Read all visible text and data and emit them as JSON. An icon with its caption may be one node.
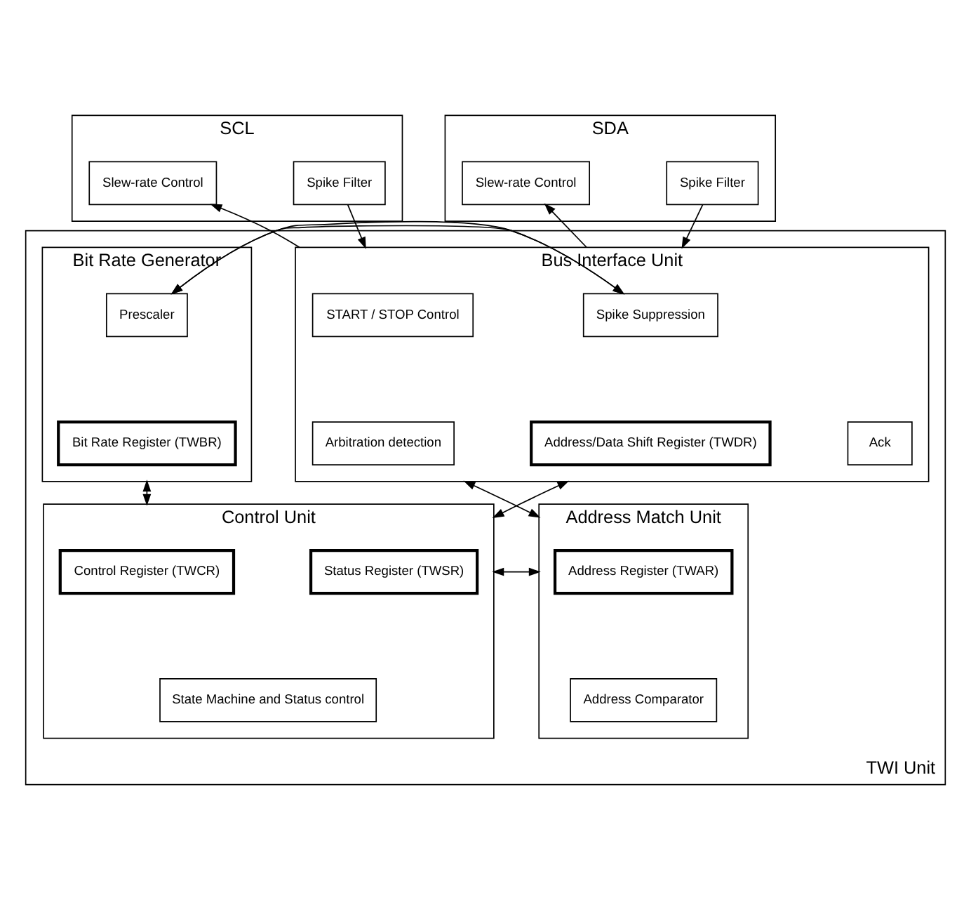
{
  "diagram": {
    "nodes": [
      {
        "text": [
          "SCL"
        ]
      },
      {
        "text": [
          "Slew-rate Control"
        ],
        "in": 0
      },
      {
        "text": [
          "Spike Filter"
        ],
        "in": 0
      },
      {
        "text": [
          "SDA"
        ]
      },
      {
        "text": [
          "Slew-rate Control"
        ],
        "in": 3
      },
      {
        "text": [
          "Spike Filter"
        ],
        "in": 3
      },
      {
        "text": [
          "TWI Unit"
        ]
      },
      {
        "text": [
          "Bus Interface Unit"
        ],
        "in": 6
      },
      {
        "text": [
          "START / STOP Control"
        ],
        "in": 7
      },
      {
        "text": [
          "Spike Suppression"
        ],
        "in": 7
      },
      {
        "text": [
          "Arbitration detection"
        ],
        "in": 7
      },
      {
        "text": [
          "Address/Data Shift Register (TWDR)"
        ],
        "in": 7
      },
      {
        "text": [
          "Ack"
        ],
        "in": 7
      },
      {
        "text": [
          "Bit Rate Generator"
        ],
        "in": 6
      },
      {
        "text": [
          "Prescaler"
        ],
        "in": 13
      },
      {
        "text": [
          "Bit Rate Register (TWBR)"
        ],
        "in": 13
      },
      {
        "text": [
          "Address Match Unit"
        ],
        "in": 6
      },
      {
        "text": [
          "Address Register (TWAR)"
        ],
        "in": 16
      },
      {
        "text": [
          "Address Comparator"
        ],
        "in": 16
      },
      {
        "text": [
          "Control Unit"
        ],
        "in": 6
      },
      {
        "text": [
          "Status Register (TWSR)"
        ],
        "in": 19
      },
      {
        "text": [
          "Control Register (TWCR)"
        ],
        "in": 19
      },
      {
        "text": [
          "State Machine and Status control"
        ],
        "in": 19
      }
    ],
    "edges": [
      {
        "from": 7,
        "to": 1,
        "arrow": "to"
      },
      {
        "from": 2,
        "to": 7,
        "arrow": "to"
      },
      {
        "from": 7,
        "to": 4,
        "arrow": "to"
      },
      {
        "from": 5,
        "to": 7,
        "arrow": "to"
      },
      {
        "from": 7,
        "to": 13,
        "arrow": "both"
      },
      {
        "from": 7,
        "to": 16,
        "arrow": "both"
      },
      {
        "from": 7,
        "to": 19,
        "arrow": "both"
      },
      {
        "from": 13,
        "to": 19,
        "arrow": "both"
      },
      {
        "from": 16,
        "to": 19,
        "arrow": "both"
      }
    ]
  }
}
